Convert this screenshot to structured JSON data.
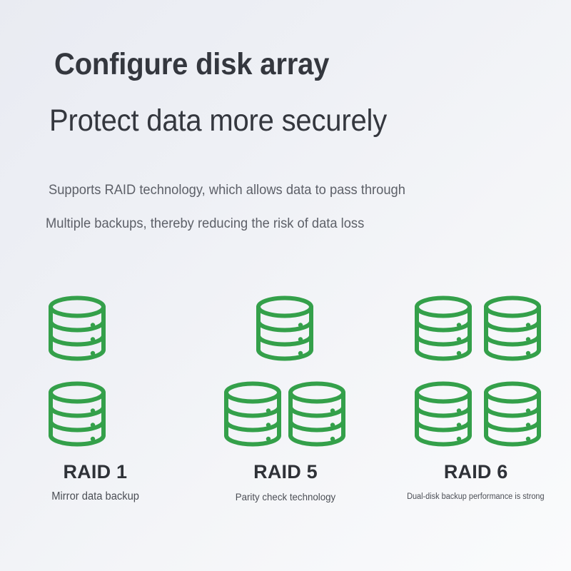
{
  "header": {
    "title_line_1": "Configure disk array",
    "title_line_2": "Protect data more securely"
  },
  "description": {
    "line_1": "Supports RAID technology, which allows data to pass through",
    "line_2": "Multiple backups, thereby reducing the risk of data loss"
  },
  "colors": {
    "disk_green": "#34a04a",
    "title_text": "#34373e",
    "description_text": "#5d6068",
    "label_text": "#2f3238",
    "background_start": "#e9ebf2",
    "background_end": "#fafbfc"
  },
  "raid_groups": [
    {
      "id": "raid-1",
      "title": "RAID 1",
      "subtitle": "Mirror data backup",
      "disk_count": 2,
      "layout": "column",
      "disk_icon": "disk-cylinder-icon"
    },
    {
      "id": "raid-5",
      "title": "RAID 5",
      "subtitle": "Parity check technology",
      "disk_count": 3,
      "layout": "pyramid",
      "disk_icon": "disk-cylinder-icon"
    },
    {
      "id": "raid-6",
      "title": "RAID 6",
      "subtitle": "Dual-disk backup performance is strong",
      "disk_count": 4,
      "layout": "grid-2x2",
      "disk_icon": "disk-cylinder-icon"
    }
  ]
}
